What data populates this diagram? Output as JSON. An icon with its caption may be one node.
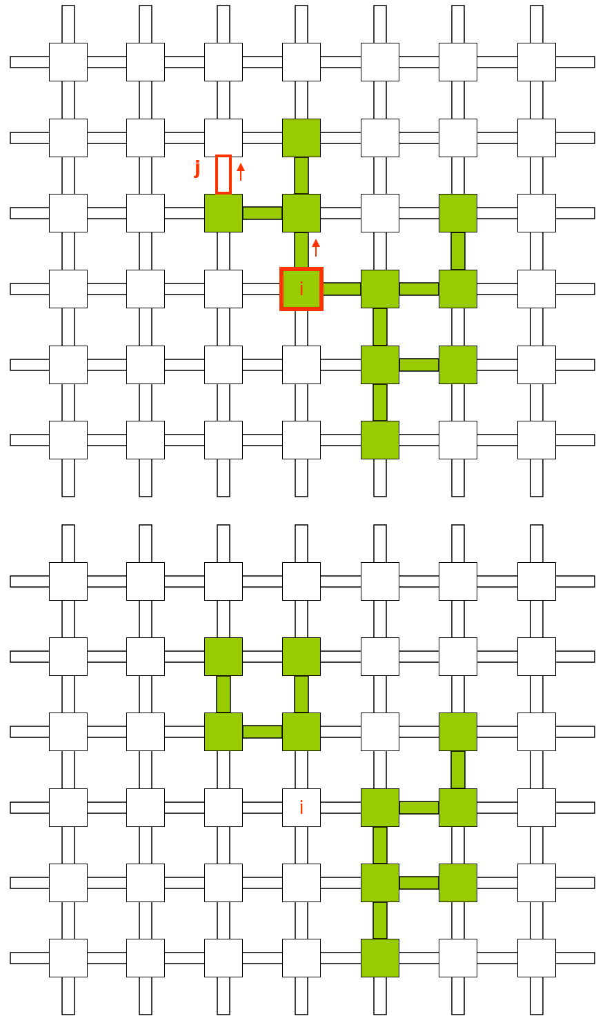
{
  "diagram": {
    "nodes": [
      {
        "text": [],
        "shape": "box"
      },
      {
        "text": [],
        "shape": "box"
      },
      {
        "text": [],
        "shape": "box"
      },
      {
        "text": [],
        "shape": "box"
      },
      {
        "text": [],
        "shape": "box"
      },
      {
        "text": [],
        "shape": "box"
      },
      {
        "text": [],
        "shape": "box"
      },
      {
        "text": [],
        "shape": "box"
      },
      {
        "text": [],
        "shape": "box"
      },
      {
        "text": [],
        "shape": "box"
      },
      {
        "text": [],
        "shape": "box"
      },
      {
        "text": [],
        "shape": "box"
      },
      {
        "text": [],
        "shape": "box"
      },
      {
        "text": [],
        "shape": "box"
      },
      {
        "text": [],
        "shape": "box"
      },
      {
        "text": [],
        "shape": "box"
      },
      {
        "text": [],
        "shape": "box"
      },
      {
        "text": [],
        "shape": "box"
      },
      {
        "text": [],
        "shape": "box"
      },
      {
        "text": [],
        "shape": "box"
      },
      {
        "text": [],
        "shape": "box"
      },
      {
        "text": [],
        "shape": "box"
      },
      {
        "text": [],
        "shape": "box"
      },
      {
        "text": [],
        "shape": "box"
      },
      {
        "text": [
          "i"
        ]
      },
      {
        "text": [],
        "shape": "box"
      },
      {
        "text": [],
        "shape": "box"
      },
      {
        "text": [],
        "shape": "box"
      },
      {
        "text": [],
        "shape": "box"
      },
      {
        "text": [],
        "shape": "box"
      },
      {
        "text": [],
        "shape": "box"
      },
      {
        "text": [],
        "shape": "box"
      },
      {
        "text": [],
        "shape": "box"
      },
      {
        "text": [],
        "shape": "box"
      },
      {
        "text": [],
        "shape": "box"
      },
      {
        "text": [],
        "shape": "box"
      },
      {
        "text": [],
        "shape": "box"
      },
      {
        "text": [],
        "shape": "box"
      },
      {
        "text": [],
        "shape": "box"
      },
      {
        "text": [],
        "shape": "box"
      },
      {
        "text": [],
        "shape": "box"
      },
      {
        "text": [],
        "shape": "box"
      },
      {
        "text": [],
        "shape": "box"
      },
      {
        "text": [],
        "shape": "box"
      },
      {
        "text": [],
        "shape": "box"
      },
      {
        "text": [],
        "shape": "box"
      },
      {
        "text": [],
        "shape": "box"
      },
      {
        "text": [],
        "shape": "box"
      },
      {
        "text": [],
        "shape": "box"
      },
      {
        "text": [],
        "shape": "box"
      },
      {
        "text": [],
        "shape": "box"
      },
      {
        "text": [],
        "shape": "box"
      },
      {
        "text": [],
        "shape": "box"
      },
      {
        "text": [],
        "shape": "box"
      },
      {
        "text": [],
        "shape": "box"
      },
      {
        "text": [],
        "shape": "box"
      },
      {
        "text": [],
        "shape": "box"
      },
      {
        "text": [],
        "shape": "box"
      },
      {
        "text": [],
        "shape": "box"
      },
      {
        "text": [],
        "shape": "box"
      },
      {
        "text": [],
        "shape": "box"
      },
      {
        "text": [],
        "shape": "box"
      },
      {
        "text": [],
        "shape": "box"
      },
      {
        "text": [],
        "shape": "box"
      },
      {
        "text": [],
        "shape": "box"
      },
      {
        "text": [],
        "shape": "box"
      },
      {
        "text": [
          "i"
        ]
      },
      {
        "text": [],
        "shape": "box"
      },
      {
        "text": [],
        "shape": "box"
      },
      {
        "text": [],
        "shape": "box"
      },
      {
        "text": [],
        "shape": "box"
      },
      {
        "text": [],
        "shape": "box"
      },
      {
        "text": [],
        "shape": "box"
      },
      {
        "text": [],
        "shape": "box"
      },
      {
        "text": [],
        "shape": "box"
      },
      {
        "text": [],
        "shape": "box"
      },
      {
        "text": [],
        "shape": "box"
      },
      {
        "text": [],
        "shape": "box"
      },
      {
        "text": [],
        "shape": "box"
      },
      {
        "text": [],
        "shape": "box"
      },
      {
        "text": [],
        "shape": "box"
      },
      {
        "text": [],
        "shape": "box"
      },
      {
        "text": [],
        "shape": "box"
      },
      {
        "text": [],
        "shape": "box"
      },
      {
        "text": [
          "j"
        ]
      }
    ]
  }
}
